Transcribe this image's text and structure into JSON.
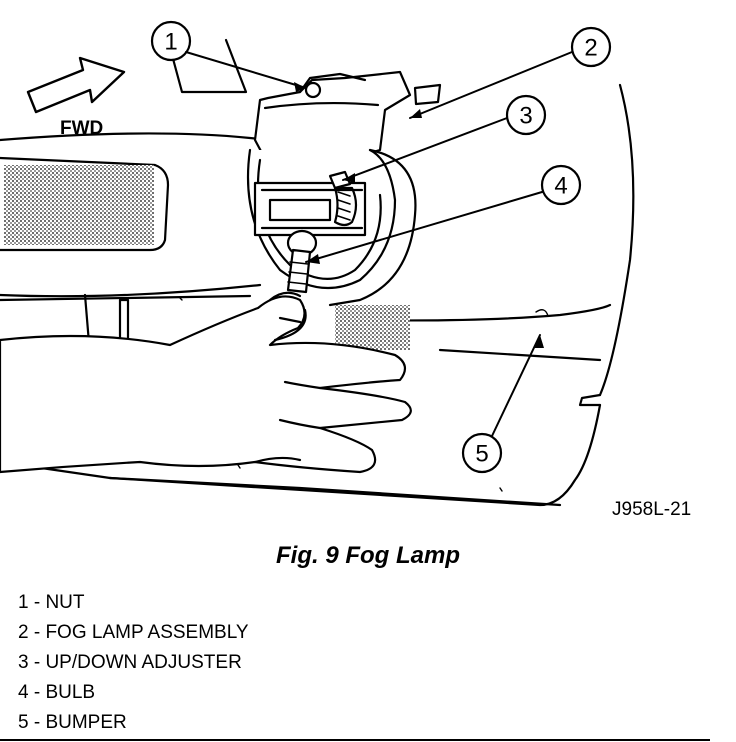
{
  "figure": {
    "direction_label": "FWD",
    "drawing_id": "J958L-21",
    "caption": "Fig. 9 Fog Lamp",
    "callouts": [
      "1",
      "2",
      "3",
      "4",
      "5"
    ]
  },
  "legend": [
    {
      "text": "1 - NUT"
    },
    {
      "text": "2 - FOG LAMP ASSEMBLY"
    },
    {
      "text": "3 - UP/DOWN ADJUSTER"
    },
    {
      "text": "4 - BULB"
    },
    {
      "text": "5 - BUMPER"
    }
  ],
  "colors": {
    "ink": "#000000",
    "paper": "#ffffff",
    "stipple": "#8a8a8a"
  }
}
